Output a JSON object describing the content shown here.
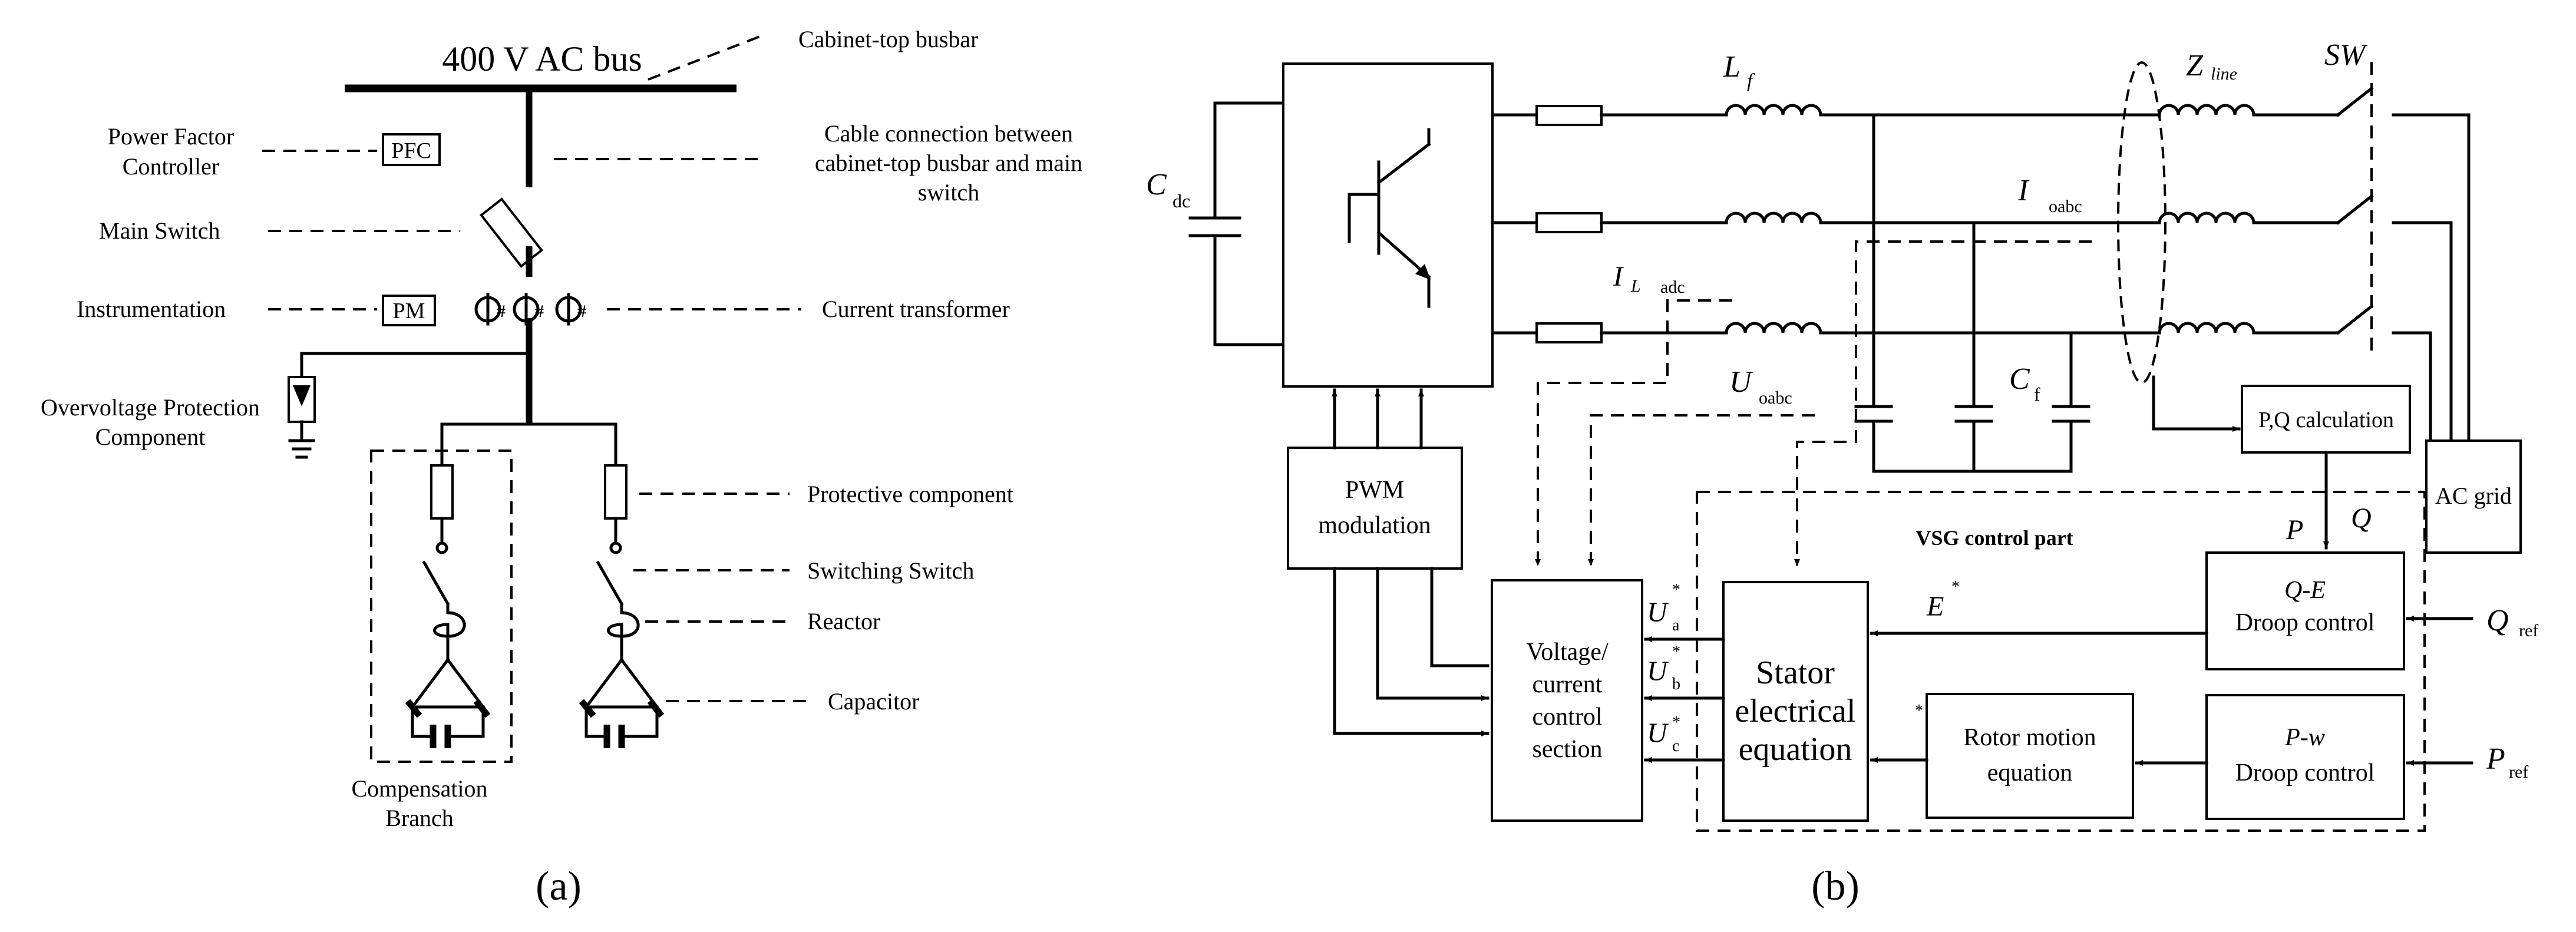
{
  "panel_a": {
    "caption": "(a)",
    "bus_label": "400 V AC bus",
    "pfc_box": "PFC",
    "pm_box": "PM",
    "callouts": {
      "busbar": "Cabinet-top busbar",
      "pfc_line1": "Power Factor",
      "pfc_line2": "Controller",
      "cable_line1": "Cable connection between",
      "cable_line2": "cabinet-top busbar and main",
      "cable_line3": "switch",
      "main_switch": "Main Switch",
      "instrumentation": "Instrumentation",
      "current_transformer": "Current transformer",
      "ovp_line1": "Overvoltage Protection",
      "ovp_line2": "Component",
      "protective": "Protective component",
      "switching": "Switching Switch",
      "reactor": "Reactor",
      "capacitor": "Capacitor",
      "comp_line1": "Compensation",
      "comp_line2": "Branch"
    }
  },
  "panel_b": {
    "caption": "(b)",
    "labels": {
      "cdc_main": "C",
      "cdc_sub": "dc",
      "lf_main": "L",
      "lf_sub": "f",
      "zline_main": "Z",
      "zline_sub": "line",
      "sw": "SW",
      "ioabc_main": "I",
      "ioabc_sub": "oabc",
      "iladc_main": "I",
      "iladc_mid": "L",
      "iladc_sub": "adc",
      "uoabc_main": "U",
      "uoabc_sub": "oabc",
      "cf_main": "C",
      "cf_sub": "f",
      "pq_calc": "P,Q calculation",
      "ac_grid": "AC grid",
      "pwm_line1": "PWM",
      "pwm_line2": "modulation",
      "vsg_part": "VSG control part",
      "p_out": "P",
      "q_out": "Q",
      "qe_line1": "Q-E",
      "qe_line2": "Droop control",
      "qref_main": "Q",
      "qref_sub": "ref",
      "e_star": "E",
      "star": "*",
      "ua_main": "U",
      "ua_sub": "a",
      "ub_main": "U",
      "ub_sub": "b",
      "uc_main": "U",
      "uc_sub": "c",
      "vcc_line1": "Voltage/",
      "vcc_line2": "current",
      "vcc_line3": "control",
      "vcc_line4": "section",
      "stator_line1": "Stator",
      "stator_line2": "electrical",
      "stator_line3": "equation",
      "rotor_line1": "Rotor motion",
      "rotor_line2": "equation",
      "pw_line1": "P-w",
      "pw_line2": "Droop control",
      "pref_main": "P",
      "pref_sub": "ref"
    }
  }
}
